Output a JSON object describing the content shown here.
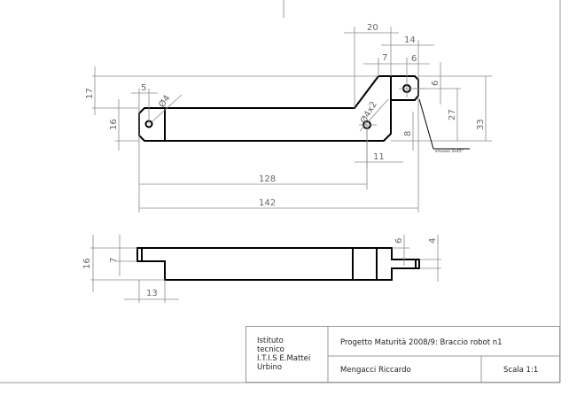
{
  "title_block": {
    "school_line1": "Istituto",
    "school_line2": "tecnico",
    "school_line3": "I.T.I.S E.Mattei",
    "school_line4": "Urbino",
    "project": "Progetto Maturità 2008/9: Braccio robot n1",
    "author": "Mengacci Riccardo",
    "scale": "Scala 1:1"
  },
  "top_view": {
    "dims": {
      "d20": "20",
      "d14": "14",
      "d7": "7",
      "d6h": "6",
      "d6v": "6",
      "d27": "27",
      "d33": "33",
      "d8": "8",
      "d11": "11",
      "hole_right": "Ø4x2",
      "d17": "17",
      "d16": "16",
      "d5": "5",
      "hole_left": "Ø4",
      "d128": "128",
      "d142": "142"
    },
    "chamfer_note": "smusso 2x45°"
  },
  "front_view": {
    "dims": {
      "d16": "16",
      "d7": "7",
      "d13": "13",
      "d6": "6",
      "d4": "4"
    }
  }
}
